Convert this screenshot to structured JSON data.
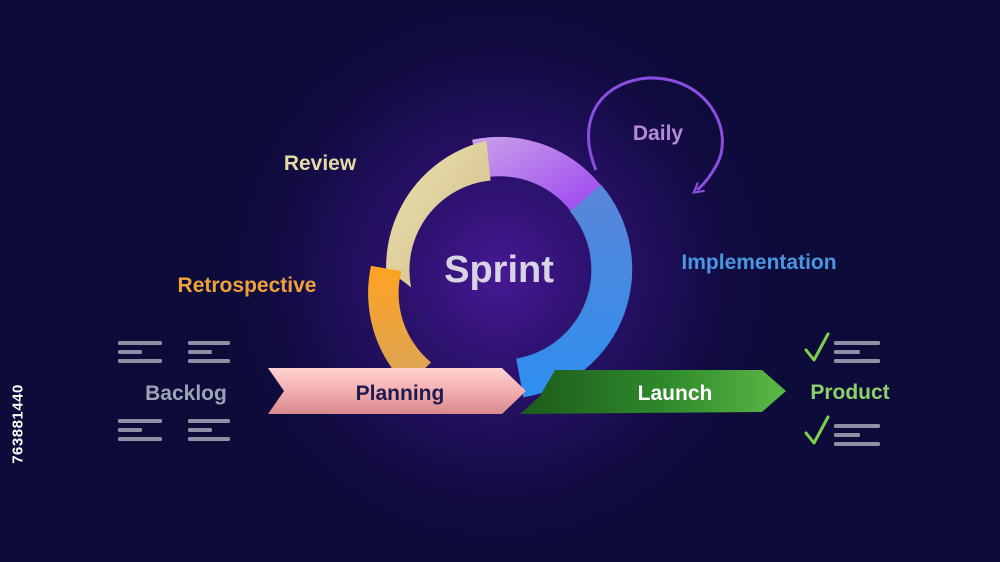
{
  "diagram": {
    "center": "Sprint",
    "labels": {
      "review": "Review",
      "daily": "Daily",
      "retrospective": "Retrospective",
      "implementation": "Implementation",
      "backlog": "Backlog",
      "planning": "Planning",
      "launch": "Launch",
      "product": "Product"
    },
    "colors": {
      "background": "#0d0b3a",
      "review": "#e6d9a6",
      "daily": "#b58ad8",
      "retrospective": "#f0a23a",
      "implementation": "#4a97e0",
      "backlog": "#9ea3b5",
      "planning_text": "#1e1a4f",
      "launch_text": "#ffffff",
      "product": "#8fd06a",
      "check": "#7fd04a"
    }
  },
  "stock_id": "763881440"
}
